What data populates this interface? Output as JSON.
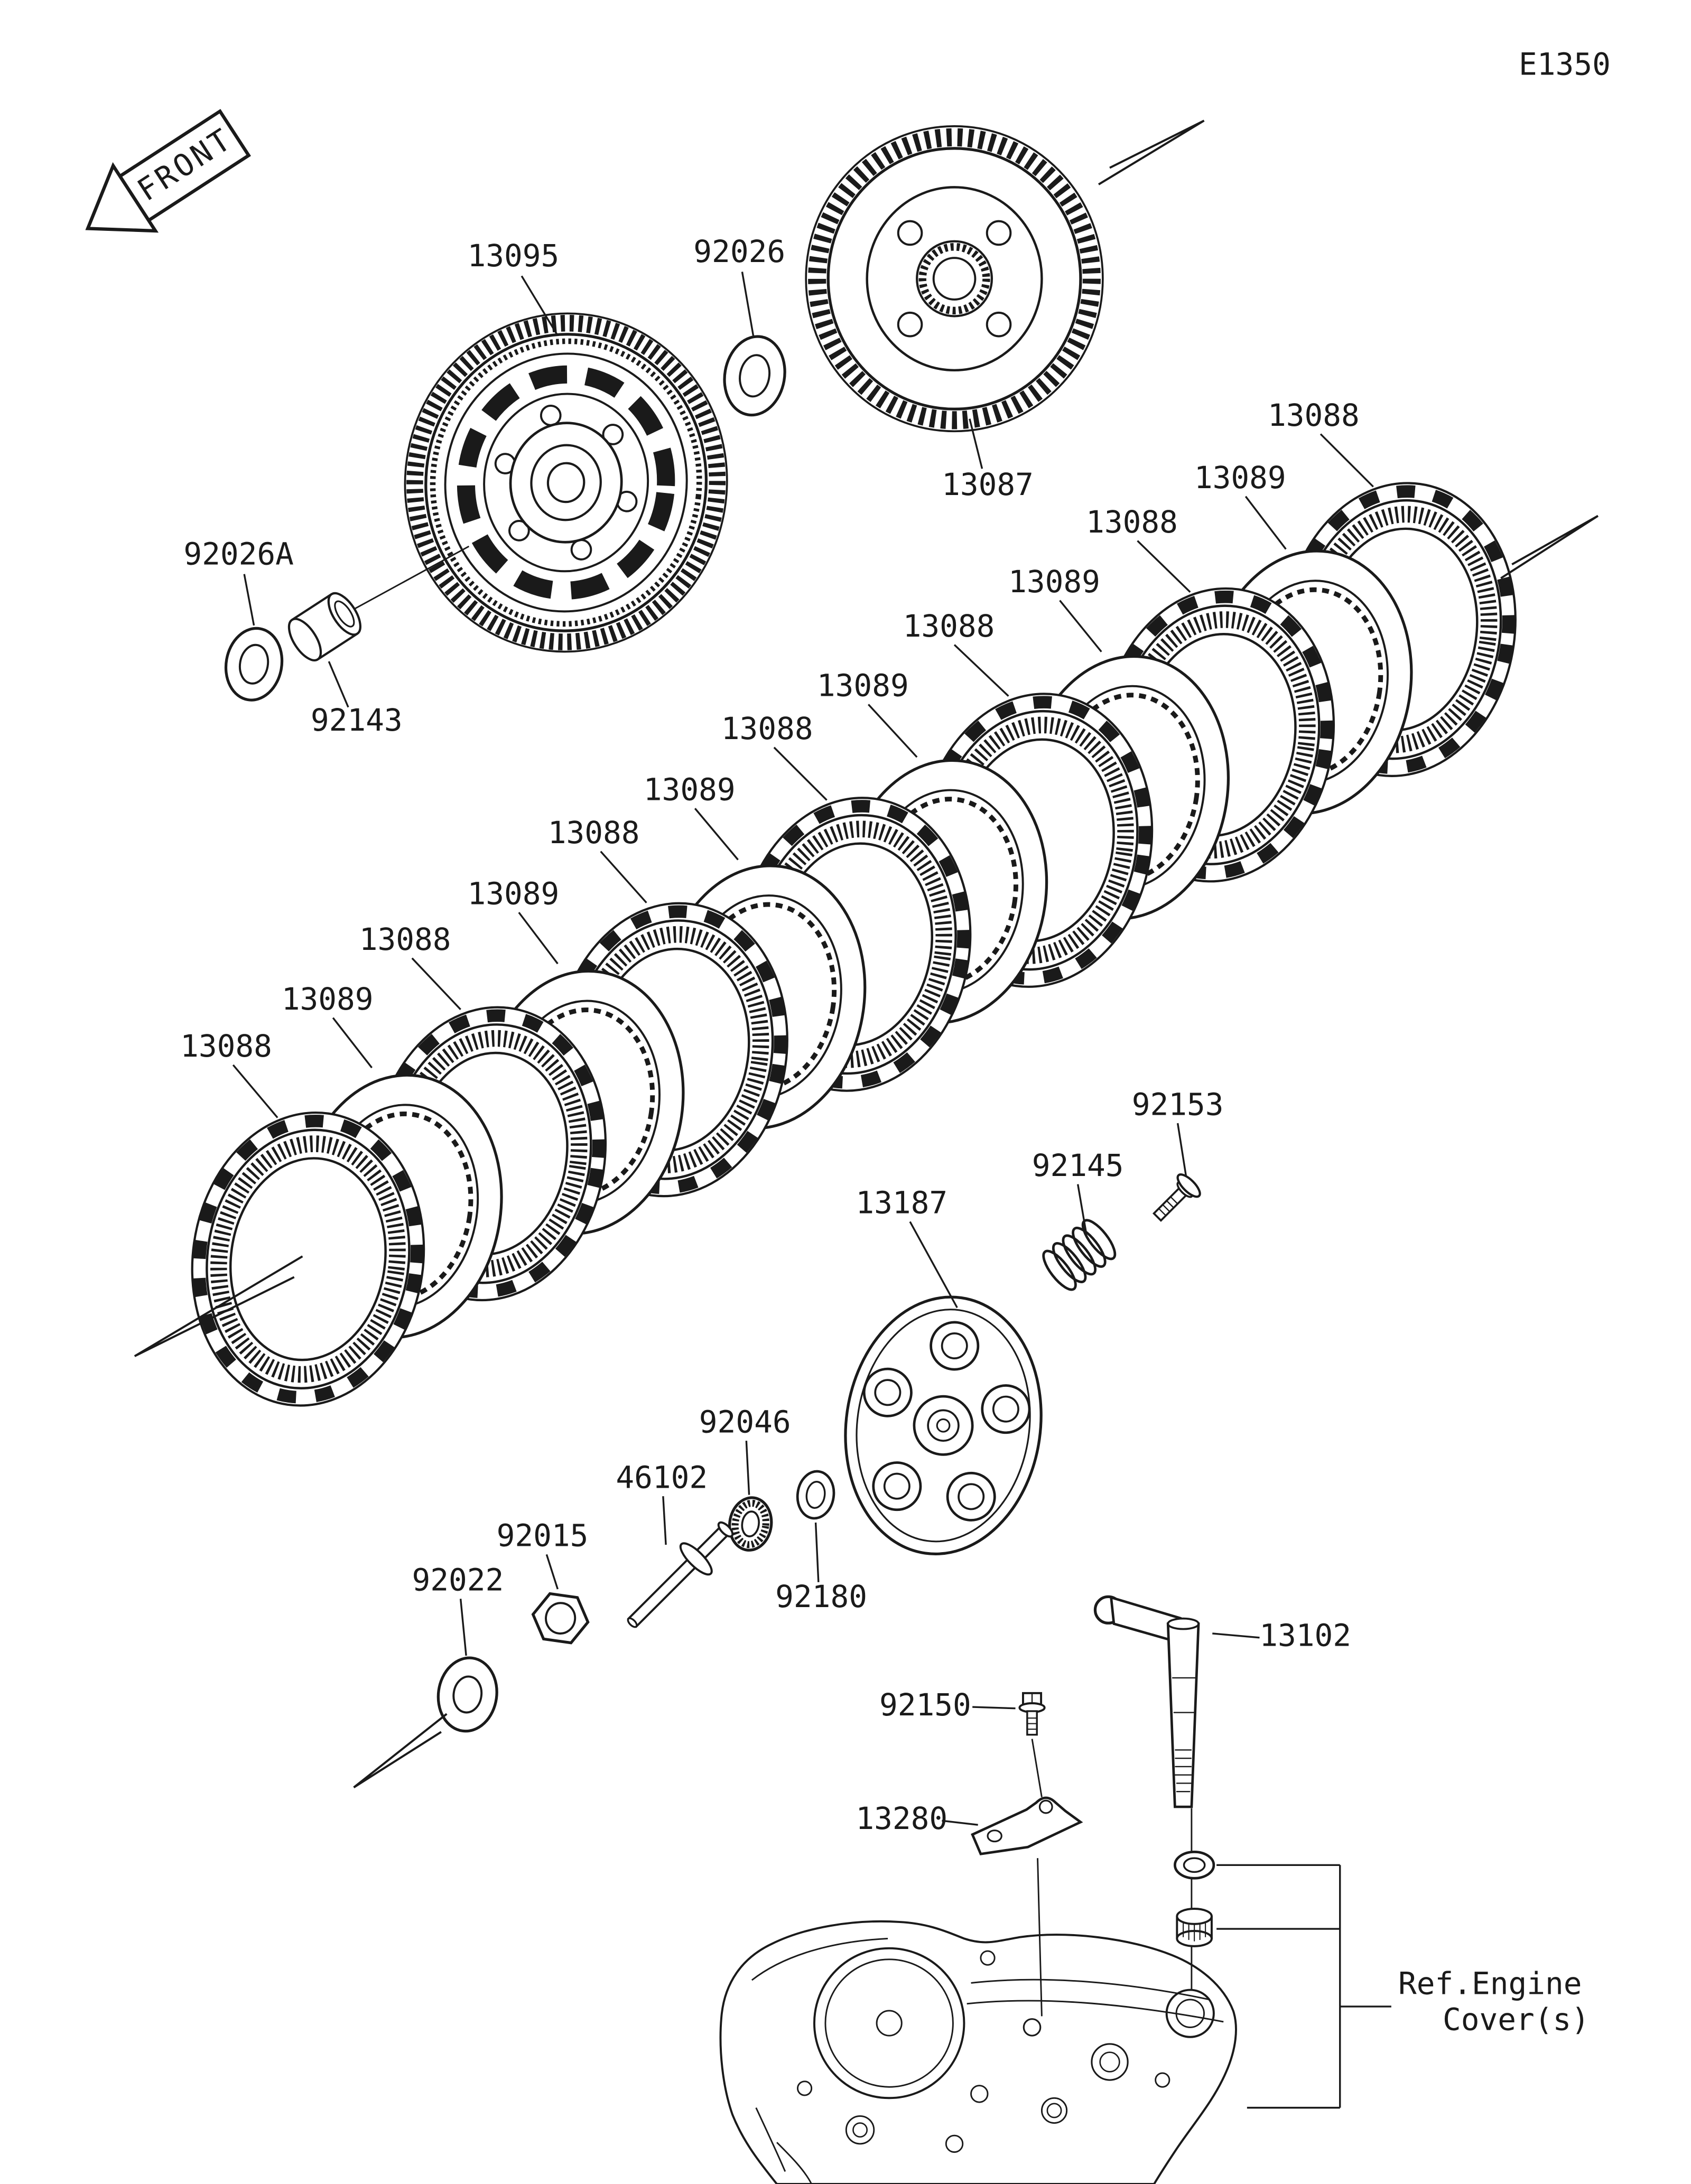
{
  "page": {
    "diagram_code": "E1350",
    "front_marker": "FRONT",
    "ref_note": {
      "line1": "Ref.Engine",
      "line2": "Cover(s)"
    }
  },
  "parts": {
    "clutch_housing": "13095",
    "washer_92026": "92026",
    "primary_driven_gear": "13087",
    "washer_92026a": "92026A",
    "bushing_92143": "92143",
    "friction_plate": "13088",
    "steel_plate": "13089",
    "bolt_92153": "92153",
    "spring_92145": "92145",
    "pressure_plate": "13187",
    "bearing_92046": "92046",
    "push_rod_46102": "46102",
    "nut_92015": "92015",
    "washer_92022": "92022",
    "washer_92180": "92180",
    "release_shaft_13102": "13102",
    "bolt_92150": "92150",
    "holder_13280": "13280"
  }
}
